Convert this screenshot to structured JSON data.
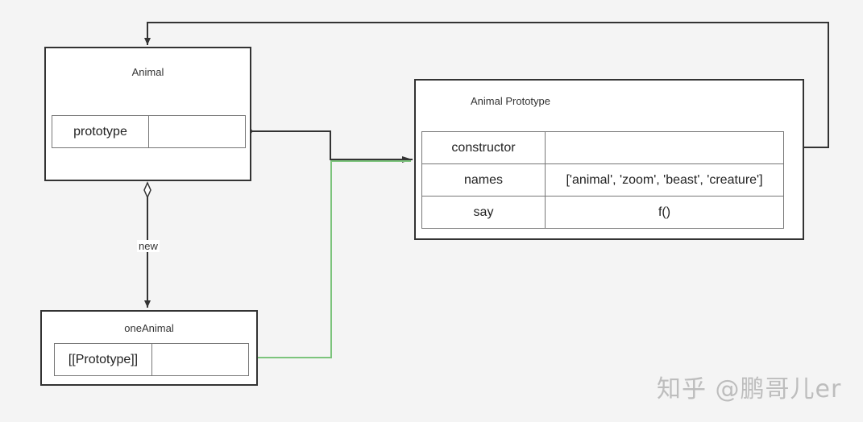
{
  "animal": {
    "title": "Animal",
    "rows": [
      {
        "key": "prototype",
        "value": ""
      }
    ]
  },
  "animal_prototype": {
    "title": "Animal Prototype",
    "rows": [
      {
        "key": "constructor",
        "value": ""
      },
      {
        "key": "names",
        "value": "['animal', 'zoom', 'beast', 'creature']"
      },
      {
        "key": "say",
        "value": "f()"
      }
    ]
  },
  "one_animal": {
    "title": "oneAnimal",
    "rows": [
      {
        "key": "[[Prototype]]",
        "value": ""
      }
    ]
  },
  "edges": {
    "new_label": "new"
  },
  "colors": {
    "line_dark": "#333333",
    "line_green": "#7cc47c",
    "box_border": "#333333"
  },
  "watermark": "知乎 @鹏哥儿er"
}
